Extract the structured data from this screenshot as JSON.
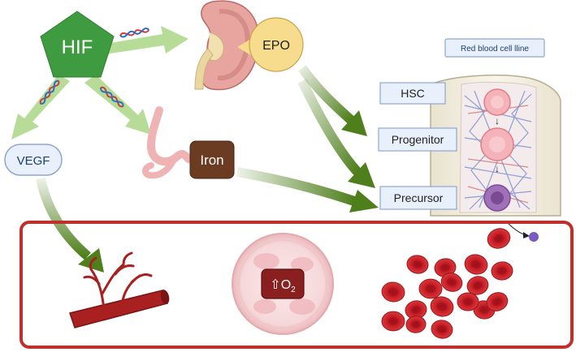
{
  "nodes": {
    "hif": "HIF",
    "epo": "EPO",
    "vegf": "VEGF",
    "iron": "Iron",
    "rbc_line": "Red blood cell lline",
    "hsc": "HSC",
    "progenitor": "Progenitor",
    "precursor": "Precursor"
  },
  "oxygen_badge": {
    "arrow": "⇧",
    "text": "O",
    "subscript": "2"
  },
  "colors": {
    "hif_green": "#3f9b3f",
    "arrow_light_green": "#b7dc98",
    "arrow_dark_green": "#4f7f1c",
    "epo_yellow": "#f6dc8c",
    "iron_brown": "#6b3b22",
    "frame_red": "#c0302a",
    "rbc_red": "#c81e28",
    "label_box_fill": "#e8f0fb",
    "label_box_border": "#8fa6d0"
  }
}
